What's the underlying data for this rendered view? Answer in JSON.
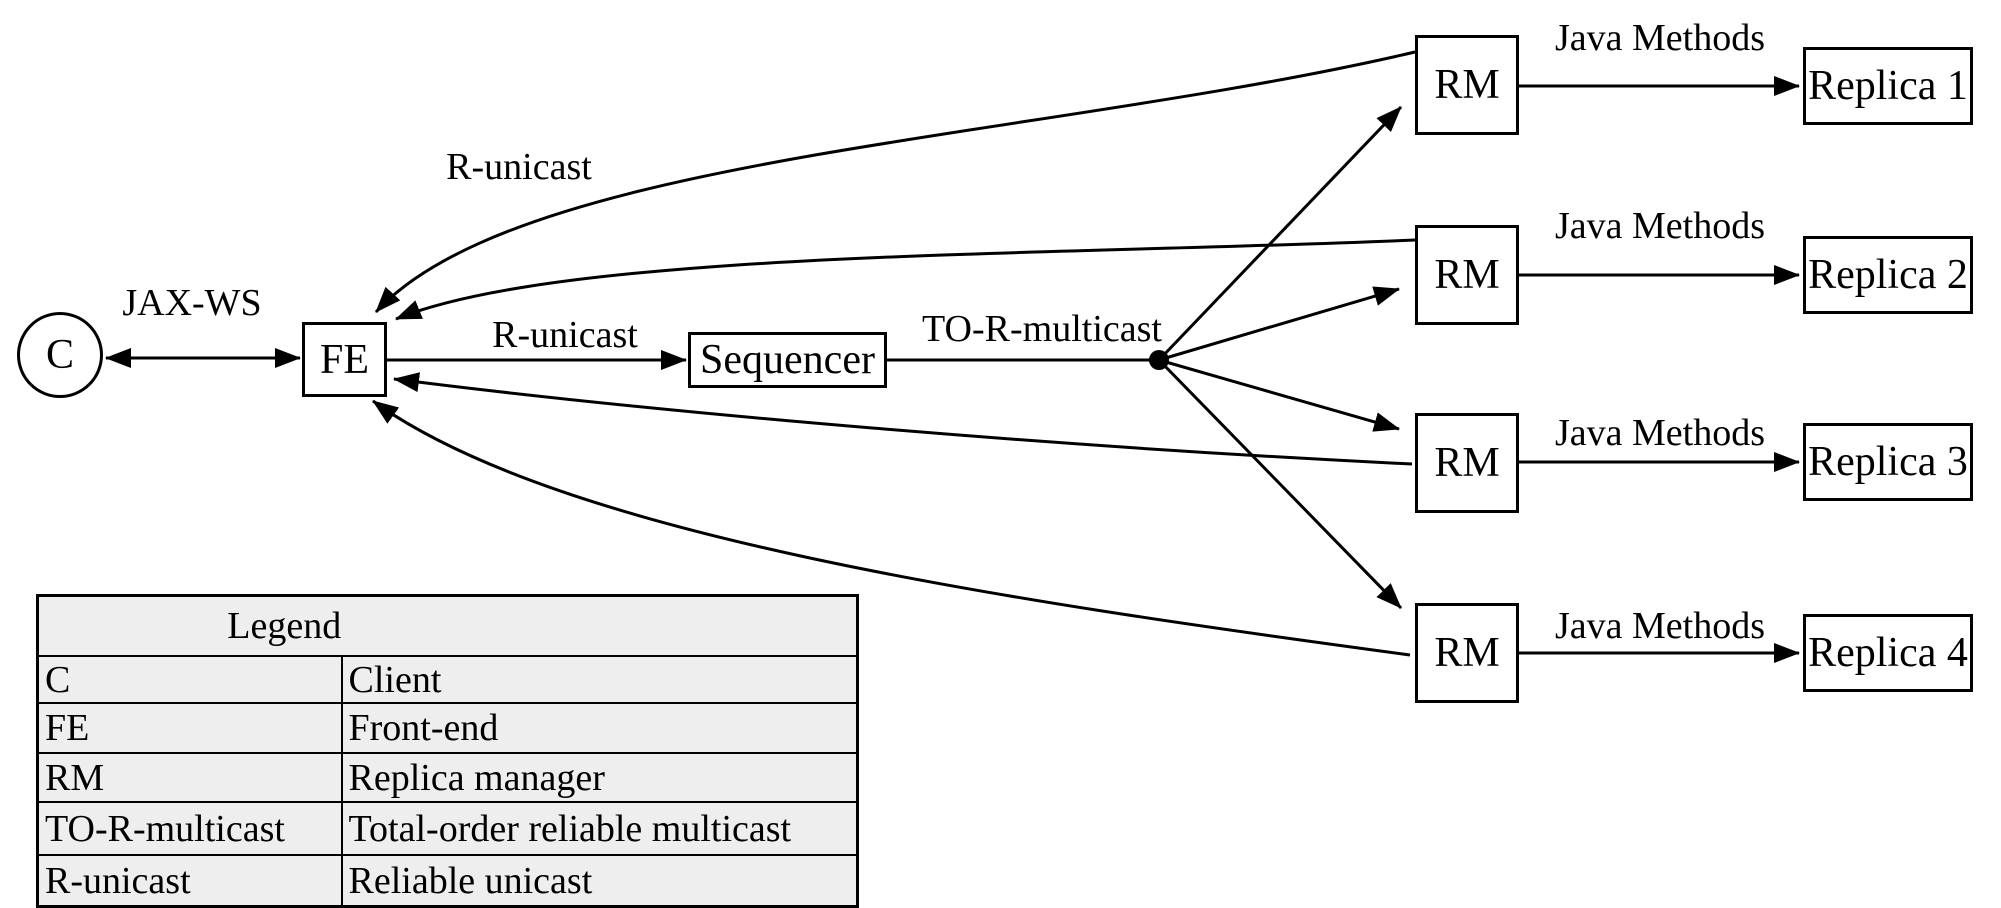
{
  "nodes": {
    "client": {
      "label": "C"
    },
    "front_end": {
      "label": "FE"
    },
    "sequencer": {
      "label": "Sequencer"
    },
    "rms": [
      {
        "label": "RM"
      },
      {
        "label": "RM"
      },
      {
        "label": "RM"
      },
      {
        "label": "RM"
      }
    ],
    "replicas": [
      {
        "label": "Replica 1"
      },
      {
        "label": "Replica 2"
      },
      {
        "label": "Replica 3"
      },
      {
        "label": "Replica 4"
      }
    ]
  },
  "edge_labels": {
    "jax_ws": "JAX-WS",
    "r_unicast_top": "R-unicast",
    "r_unicast_mid": "R-unicast",
    "to_r_multicast": "TO-R-multicast",
    "java_methods": [
      "Java Methods",
      "Java Methods",
      "Java Methods",
      "Java Methods"
    ]
  },
  "legend": {
    "title": "Legend",
    "rows": [
      {
        "term": "C",
        "definition": "Client"
      },
      {
        "term": "FE",
        "definition": "Front-end"
      },
      {
        "term": "RM",
        "definition": "Replica manager"
      },
      {
        "term": "TO-R-multicast",
        "definition": "Total-order reliable multicast"
      },
      {
        "term": "R-unicast",
        "definition": "Reliable unicast"
      }
    ]
  },
  "colors": {
    "background": "#ffffff",
    "line": "#000000",
    "legend_background": "#eeeeee"
  }
}
